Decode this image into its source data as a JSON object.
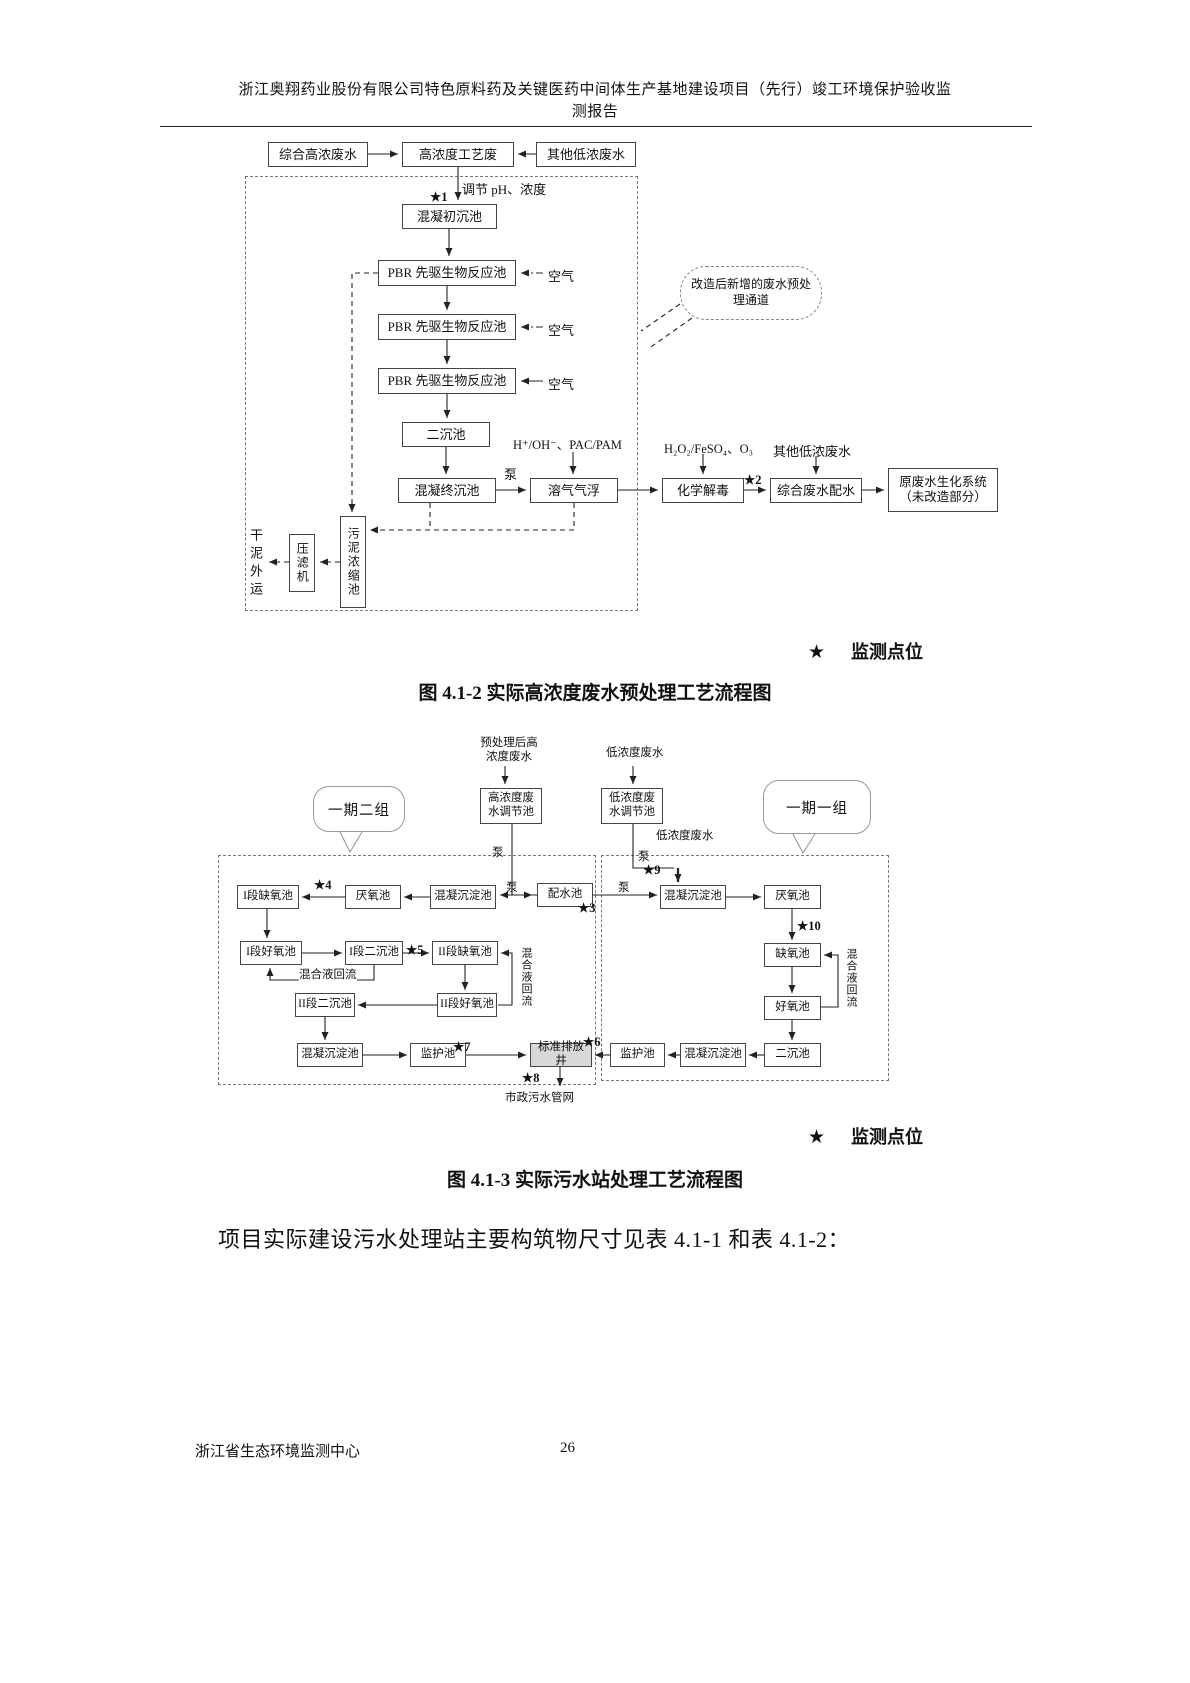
{
  "header": {
    "line1": "浙江奥翔药业股份有限公司特色原料药及关键医药中间体生产基地建设项目（先行）竣工环境保护验收监",
    "line2": "测报告"
  },
  "fig1": {
    "nodes": {
      "in1": "综合高浓废水",
      "in2": "高浓度工艺废",
      "in3": "其他低浓废水",
      "adjust": "调节 pH、浓度",
      "initial_sed": "混凝初沉池",
      "pbr1": "PBR 先驱生物反应池",
      "pbr2": "PBR 先驱生物反应池",
      "pbr3": "PBR 先驱生物反应池",
      "air1": "空气",
      "air2": "空气",
      "air3": "空气",
      "secondary_sed": "二沉池",
      "final_sed": "混凝终沉池",
      "pump": "泵",
      "daf": "溶气气浮",
      "chem_label": "H⁺/OH⁻、PAC/PAM",
      "detox": "化学解毒",
      "oxid_label": "H₂O₂/FeSO₄、O₃",
      "other_low": "其他低浓废水",
      "dist": "综合废水配水",
      "bio1": "原废水生化系统",
      "bio2": "（未改造部分）",
      "sludge": "污泥浓缩池",
      "press": "压滤机",
      "dry": "干泥外运",
      "cloud": "改造后新增的废水预处理通道"
    },
    "stars": {
      "s1": "★1",
      "s2": "★2"
    },
    "legend": {
      "star": "★",
      "label": "监测点位"
    },
    "caption": "图 4.1-2 实际高浓度废水预处理工艺流程图"
  },
  "fig2": {
    "nodes": {
      "top1": "预处理后高浓度废水",
      "top2": "低浓度废水",
      "hi_tank": "高浓度废水调节池",
      "lo_tank": "低浓度废水调节池",
      "callout_left": "一期二组",
      "callout_right": "一期一组",
      "low_label": "低浓度废水",
      "dist_pool": "配水池",
      "l_anoxic1": "I段缺氧池",
      "l_anaerobic": "厌氧池",
      "l_coag1": "混凝沉淀池",
      "l_aerobic1": "I段好氧池",
      "l_sed1": "I段二沉池",
      "l_anoxic2": "II段缺氧池",
      "l_recycle_v": "混合液回流",
      "l_recycle_h": "混合液回流",
      "l_sed2": "II段二沉池",
      "l_aerobic2": "II段好氧池",
      "l_coag2": "混凝沉淀池",
      "l_monitor": "监护池",
      "outfall": "标准排放井",
      "r_coag1": "混凝沉淀池",
      "r_anaerobic": "厌氧池",
      "r_anoxic": "缺氧池",
      "r_aerobic": "好氧池",
      "r_recycle_v": "混合液回流",
      "r_sed": "二沉池",
      "r_coag2": "混凝沉淀池",
      "r_monitor": "监护池",
      "sewer": "市政污水管网"
    },
    "pumps": {
      "p1": "泵",
      "p2": "泵",
      "p3": "泵",
      "p4": "泵"
    },
    "stars": {
      "s3": "★3",
      "s4": "★4",
      "s5": "★5",
      "s6": "★6",
      "s7": "★7",
      "s8": "★8",
      "s9": "★9",
      "s10": "★10"
    },
    "legend": {
      "star": "★",
      "label": "监测点位"
    },
    "caption": "图 4.1-3 实际污水站处理工艺流程图"
  },
  "paragraph": "项目实际建设污水处理站主要构筑物尺寸见表 4.1-1 和表 4.1-2：",
  "footer": {
    "org": "浙江省生态环境监测中心",
    "page": "26"
  }
}
